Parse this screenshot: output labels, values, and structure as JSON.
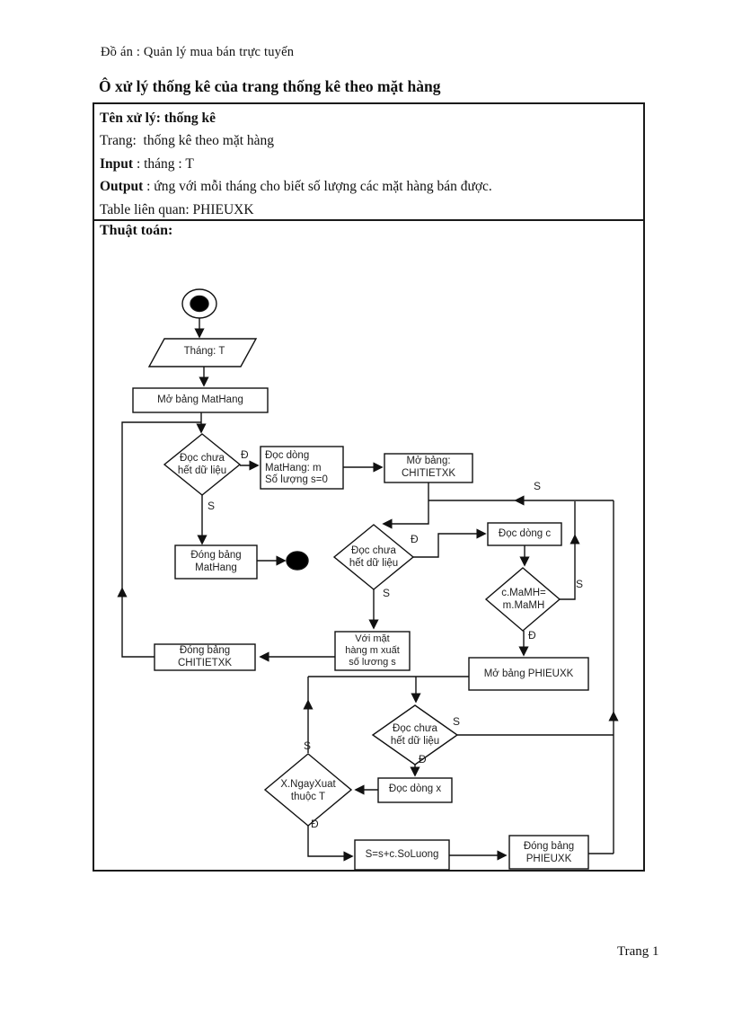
{
  "doc": {
    "header": "Đồ án : Quản lý mua bán trực tuyến",
    "title": "Ô xử lý thống kê của trang thống kê theo mặt hàng",
    "footer": "Trang 1"
  },
  "spec_table": {
    "rows": [
      {
        "bold": "Tên xử lý: thống kê",
        "rest": ""
      },
      {
        "bold": "",
        "rest": "Trang:  thống kê theo mặt hàng"
      },
      {
        "bold": "Input",
        "rest": " : tháng : T"
      },
      {
        "bold": "Output",
        "rest": " : ứng với mỗi tháng cho biết số lượng các mặt hàng bán được."
      },
      {
        "bold": "",
        "rest": "Table liên quan: PHIEUXK"
      }
    ],
    "algorithm_label": "Thuật toán:"
  },
  "flowchart": {
    "colors": {
      "ink": "#111111",
      "paper": "#ffffff"
    },
    "nodes": {
      "input_thang": "Tháng: T",
      "mo_mathang": "Mở bảng MatHang",
      "check_mathang": "Đọc chưa\nhết dữ liệu",
      "doc_dong_mathang": "Đọc dòng\nMatHang: m\nSố lượng s=0",
      "mo_chitietxk": "Mở bảng:\nCHITIETXK",
      "dong_mathang": "Đóng bảng\nMatHang",
      "check_chitietxk": "Đọc chưa\nhết dữ liệu",
      "doc_dong_c": "Đọc dòng c",
      "so_sanh_mamh": "c.MaMH=\nm.MaMH",
      "dong_chitietxk": "Đóng bảng\nCHITIETXK",
      "xuat_so_luong": "Với mặt\nhàng m xuất\nsố lương s",
      "mo_phieuxk": "Mở bảng PHIEUXK",
      "check_phieuxk": "Đọc chưa\nhết dữ liệu",
      "doc_dong_x": "Đọc dòng x",
      "check_ngayxuat": "X.NgayXuat\nthuộc T",
      "cong_so_luong": "S=s+c.SoLuong",
      "dong_phieuxk": "Đóng bảng\nPHIEUXK"
    },
    "branch_labels": {
      "check_mathang_d": "Đ",
      "check_mathang_s": "S",
      "check_chitietxk_d": "Đ",
      "check_chitietxk_s": "S",
      "so_sanh_s": "S",
      "so_sanh_d": "Đ",
      "loop_s": "S",
      "check_phieuxk_s": "S",
      "check_phieuxk_d": "Đ",
      "ngayxuat_s": "S",
      "ngayxuat_d": "Đ"
    }
  }
}
